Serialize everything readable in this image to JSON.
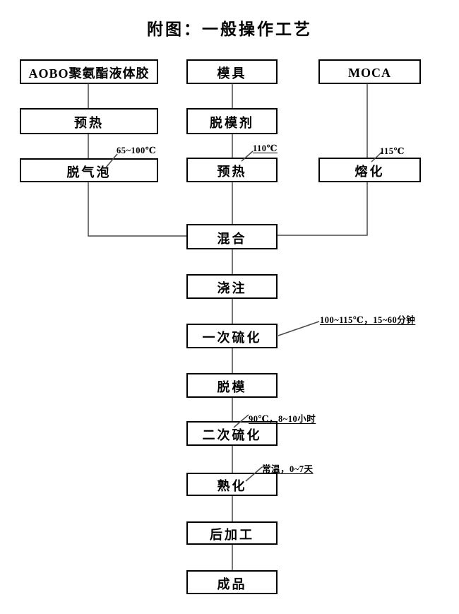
{
  "title": "附图：一般操作工艺",
  "nodes": {
    "aobo": {
      "label": "AOBO聚氨酯液体胶"
    },
    "preheat_glue": {
      "label": "预热"
    },
    "degas": {
      "label": "脱气泡",
      "annotation": "65~100℃"
    },
    "mold": {
      "label": "模具"
    },
    "release_agent": {
      "label": "脱模剂"
    },
    "preheat_mold": {
      "label": "预热",
      "annotation": "110℃"
    },
    "moca": {
      "label": "MOCA"
    },
    "melt": {
      "label": "熔化",
      "annotation": "115℃"
    },
    "mix": {
      "label": "混合"
    },
    "pour": {
      "label": "浇注"
    },
    "first_cure": {
      "label": "一次硫化",
      "annotation": "100~115℃，15~60分钟"
    },
    "demold": {
      "label": "脱模"
    },
    "second_cure": {
      "label": "二次硫化",
      "annotation": "90℃，8~10小时"
    },
    "aging": {
      "label": "熟化",
      "annotation": "常温，0~7天"
    },
    "post_process": {
      "label": "后加工"
    },
    "finished": {
      "label": "成品"
    }
  },
  "colors": {
    "background": "#ffffff",
    "box_border": "#000000",
    "text": "#000000",
    "connector": "#4a4a4a"
  }
}
